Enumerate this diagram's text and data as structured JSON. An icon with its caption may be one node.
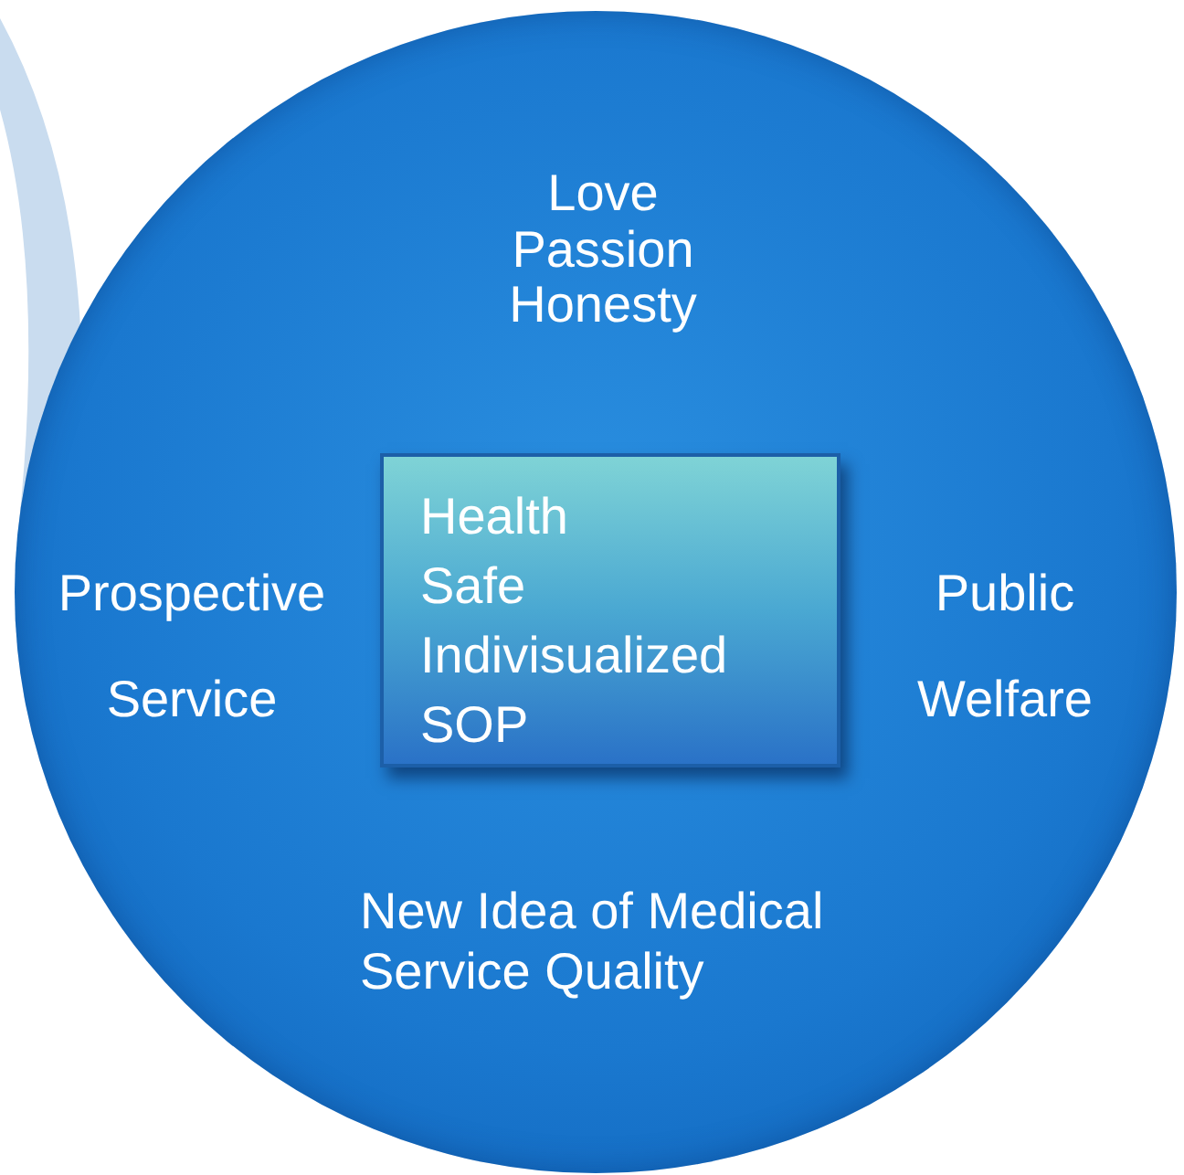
{
  "diagram": {
    "nodes": [
      {
        "text": [
          "Love",
          "Passion",
          "Honesty",
          "Prospective Service",
          "Public Welfare",
          "New Idea of Medical Service Quality"
        ]
      },
      {
        "text": [
          "Health",
          "Safe",
          "Indivisualized",
          "SOP"
        ],
        "in": 0
      }
    ]
  }
}
